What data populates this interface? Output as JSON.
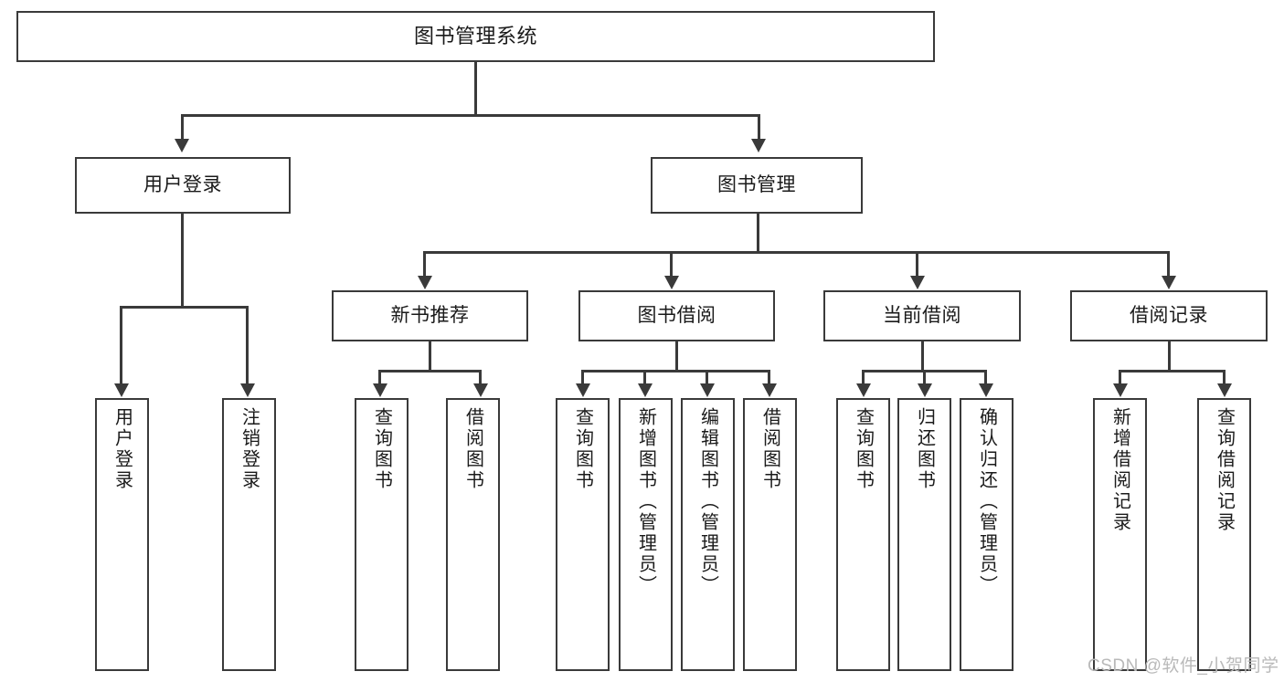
{
  "diagram": {
    "title": "图书管理系统",
    "type": "hierarchy-tree",
    "root": {
      "id": "root",
      "label": "图书管理系统"
    },
    "level2": [
      {
        "id": "user-login",
        "label": "用户登录"
      },
      {
        "id": "book-management",
        "label": "图书管理"
      }
    ],
    "level3": [
      {
        "id": "new-book-recommend",
        "label": "新书推荐"
      },
      {
        "id": "book-borrow",
        "label": "图书借阅"
      },
      {
        "id": "current-borrow",
        "label": "当前借阅"
      },
      {
        "id": "borrow-record",
        "label": "借阅记录"
      }
    ],
    "leaves": {
      "user_login": [
        {
          "id": "leaf-user-login",
          "label": "用户登录"
        },
        {
          "id": "leaf-logout-login",
          "label": "注销登录"
        }
      ],
      "new_book_recommend": [
        {
          "id": "leaf-query-book-1",
          "label": "查询图书"
        },
        {
          "id": "leaf-borrow-book-1",
          "label": "借阅图书"
        }
      ],
      "book_borrow": [
        {
          "id": "leaf-query-book-2",
          "label": "查询图书"
        },
        {
          "id": "leaf-add-book",
          "label": "新增图书（管理员）"
        },
        {
          "id": "leaf-edit-book",
          "label": "编辑图书（管理员）"
        },
        {
          "id": "leaf-borrow-book-2",
          "label": "借阅图书"
        }
      ],
      "current_borrow": [
        {
          "id": "leaf-query-book-3",
          "label": "查询图书"
        },
        {
          "id": "leaf-return-book",
          "label": "归还图书"
        },
        {
          "id": "leaf-confirm-return",
          "label": "确认归还（管理员）"
        }
      ],
      "borrow_record": [
        {
          "id": "leaf-add-record",
          "label": "新增借阅记录"
        },
        {
          "id": "leaf-query-record",
          "label": "查询借阅记录"
        }
      ]
    }
  },
  "watermark": {
    "text": "CSDN @软件_小贺同学"
  },
  "colors": {
    "stroke": "#3a3a3a",
    "text": "#1a1a1a",
    "background": "#ffffff",
    "watermark": "#b9b9b9"
  }
}
